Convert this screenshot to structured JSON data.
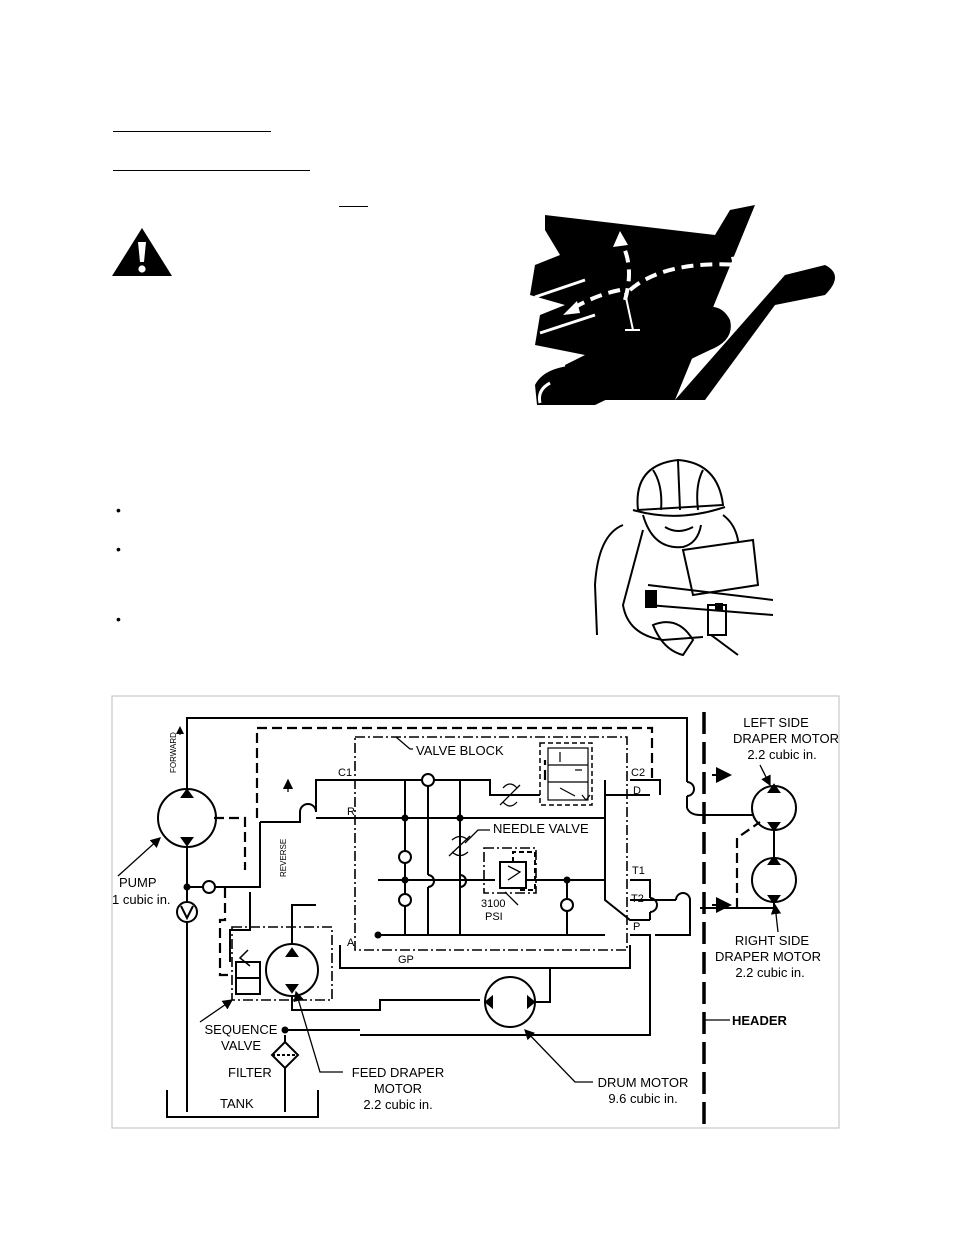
{
  "page": {
    "background": "#ffffff",
    "ink": "#000000"
  },
  "bullets": [
    "•",
    "•",
    "•"
  ],
  "icons": {
    "warning": "warning-triangle-icon",
    "injection": "hydraulic-leak-injection-illustration",
    "operator": "operator-safety-gear-illustration"
  },
  "diagram": {
    "forward": "FORWARD",
    "reverse": "REVERSE",
    "valve_block": "VALVE BLOCK",
    "needle_valve": "NEEDLE VALVE",
    "relief_value": "3100",
    "relief_unit": "PSI",
    "pump": "PUMP",
    "pump_size": "1 cubic in.",
    "sequence_line1": "SEQUENCE",
    "sequence_line2": "VALVE",
    "filter": "FILTER",
    "tank": "TANK",
    "feed_line1": "FEED DRAPER",
    "feed_line2": "MOTOR",
    "feed_size": "2.2 cubic in.",
    "drum_line1": "DRUM MOTOR",
    "drum_size": "9.6 cubic in.",
    "left_line1": "LEFT SIDE",
    "left_line2": "DRAPER MOTOR",
    "left_size": "2.2 cubic in.",
    "right_line1": "RIGHT SIDE",
    "right_line2": "DRAPER MOTOR",
    "right_size": "2.2 cubic in.",
    "header": "HEADER",
    "ports": {
      "c1": "C1",
      "r": "R",
      "a": "A",
      "gp": "GP",
      "c2": "C2",
      "d": "D",
      "t1": "T1",
      "t2": "T2",
      "p": "P"
    }
  }
}
